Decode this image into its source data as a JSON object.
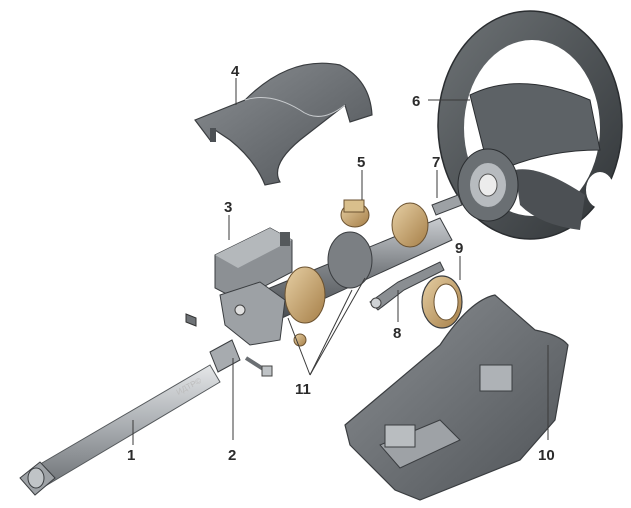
{
  "diagram": {
    "callouts": [
      "1",
      "2",
      "3",
      "4",
      "5",
      "6",
      "7",
      "8",
      "9",
      "10",
      "11"
    ],
    "watermark": "ИДТР©"
  }
}
